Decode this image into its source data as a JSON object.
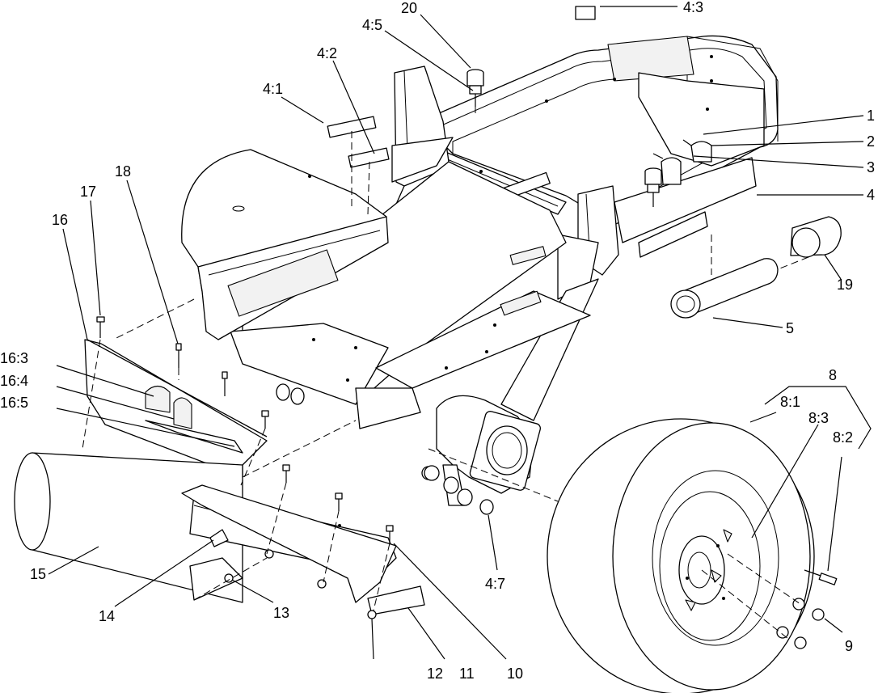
{
  "callouts": [
    {
      "id": "c-20",
      "text": "20"
    },
    {
      "id": "c-4-3",
      "text": "4:3"
    },
    {
      "id": "c-4-5",
      "text": "4:5"
    },
    {
      "id": "c-4-2",
      "text": "4:2"
    },
    {
      "id": "c-4-1",
      "text": "4:1"
    },
    {
      "id": "c-18",
      "text": "18"
    },
    {
      "id": "c-17",
      "text": "17"
    },
    {
      "id": "c-16",
      "text": "16"
    },
    {
      "id": "c-1",
      "text": "1"
    },
    {
      "id": "c-2",
      "text": "2"
    },
    {
      "id": "c-3",
      "text": "3"
    },
    {
      "id": "c-4",
      "text": "4"
    },
    {
      "id": "c-19",
      "text": "19"
    },
    {
      "id": "c-5",
      "text": "5"
    },
    {
      "id": "c-8",
      "text": "8"
    },
    {
      "id": "c-8-1",
      "text": "8:1"
    },
    {
      "id": "c-8-3",
      "text": "8:3"
    },
    {
      "id": "c-8-2",
      "text": "8:2"
    },
    {
      "id": "c-16-3",
      "text": "16:3"
    },
    {
      "id": "c-16-4",
      "text": "16:4"
    },
    {
      "id": "c-16-5",
      "text": "16:5"
    },
    {
      "id": "c-15",
      "text": "15"
    },
    {
      "id": "c-14",
      "text": "14"
    },
    {
      "id": "c-13",
      "text": "13"
    },
    {
      "id": "c-12",
      "text": "12"
    },
    {
      "id": "c-11",
      "text": "11"
    },
    {
      "id": "c-10",
      "text": "10"
    },
    {
      "id": "c-4-7",
      "text": "4:7"
    },
    {
      "id": "c-9",
      "text": "9"
    }
  ]
}
